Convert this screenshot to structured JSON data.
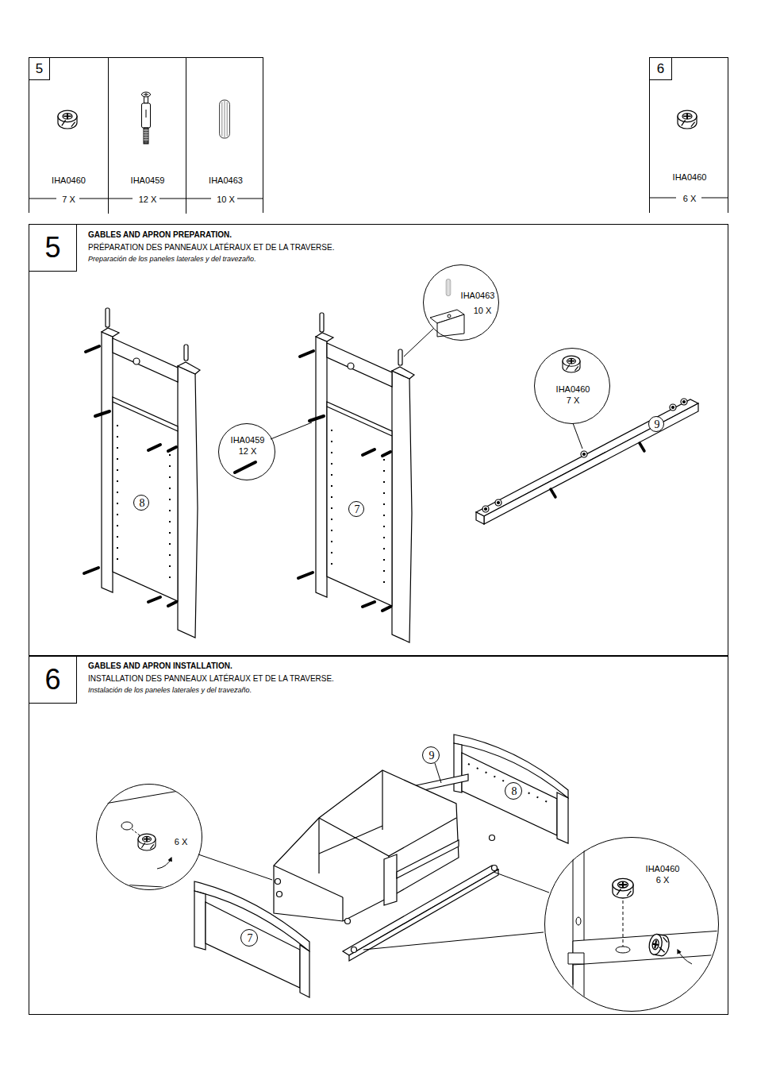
{
  "diagram": {
    "nodes": [
      {
        "text": [
          "5"
        ]
      },
      {
        "text": [
          "IHA0460",
          "7 X"
        ],
        "in": 0
      },
      {
        "text": [
          "IHA0459",
          "12 X"
        ],
        "in": 0
      },
      {
        "text": [
          "IHA0463",
          "10 X"
        ],
        "in": 0
      },
      {
        "text": [
          "6"
        ]
      },
      {
        "text": [
          "IHA0460",
          "6 X"
        ],
        "in": 4
      },
      {
        "text": [
          "5",
          "GABLES AND APRON PREPARATION.",
          "PRÉPARATION DES PANNEAUX LATÉRAUX ET DE LA TRAVERSE.",
          "Preparación de los paneles laterales y del travezaño."
        ]
      },
      {
        "text": [
          "8"
        ],
        "in": 6
      },
      {
        "text": [
          "IHA0459",
          "12 X"
        ],
        "in": 6
      },
      {
        "text": [
          "7"
        ],
        "in": 6
      },
      {
        "text": [
          "IHA0463",
          "10 X"
        ],
        "in": 6
      },
      {
        "text": [
          "IHA0460",
          "7 X"
        ],
        "in": 6
      },
      {
        "text": [
          "9"
        ],
        "in": 6
      },
      {
        "text": [
          "6",
          "GABLES AND APRON INSTALLATION.",
          "INSTALLATION DES PANNEAUX LATÉRAUX ET DE LA TRAVERSE.",
          "Instalación de los paneles laterales y del travezaño."
        ]
      },
      {
        "text": [
          "9"
        ],
        "in": 13
      },
      {
        "text": [
          "8"
        ],
        "in": 13
      },
      {
        "text": [
          "6 X"
        ],
        "in": 13
      },
      {
        "text": [
          "IHA0460",
          "6 X"
        ],
        "in": 13
      },
      {
        "text": [
          "7"
        ],
        "in": 13
      }
    ]
  }
}
